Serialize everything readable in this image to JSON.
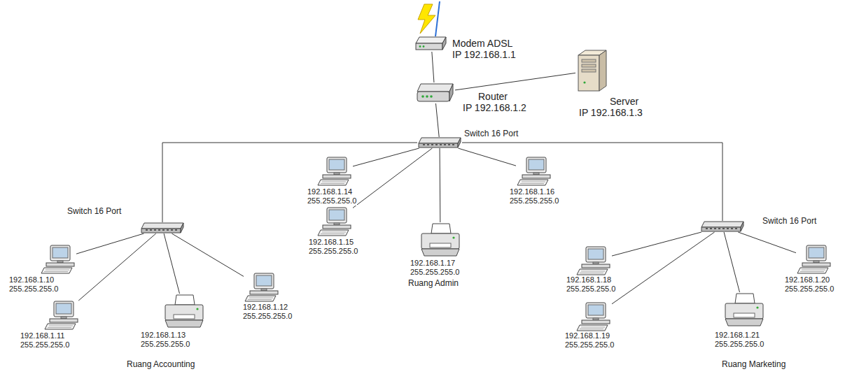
{
  "diagram": {
    "nodes": [
      {
        "text": [
          "Modem ADSL",
          "IP 192.168.1.1"
        ]
      },
      {
        "text": [
          "Router",
          "IP 192.168.1.2"
        ]
      },
      {
        "text": [
          "Server",
          "IP 192.168.1.3"
        ]
      },
      {
        "text": [
          "Switch 16 Port"
        ]
      },
      {
        "text": [
          "Switch 16 Port"
        ]
      },
      {
        "text": [
          "Switch 16 Port"
        ]
      },
      {
        "text": [
          "192.168.1.14",
          "255.255.255.0"
        ]
      },
      {
        "text": [
          "192.168.1.16",
          "255.255.255.0"
        ]
      },
      {
        "text": [
          "192.168.1.15",
          "255.255.255.0"
        ]
      },
      {
        "text": [
          "192.168.1.17",
          "255.255.255.0"
        ]
      },
      {
        "text": [
          "192.168.1.10",
          "255.255.255.0"
        ]
      },
      {
        "text": [
          "192.168.1.12",
          "255.255.255.0"
        ]
      },
      {
        "text": [
          "192.168.1.11",
          "255.255.255.0"
        ]
      },
      {
        "text": [
          "192.168.1.13",
          "255.255.255.0"
        ]
      },
      {
        "text": [
          "192.168.1.18",
          "255.255.255.0"
        ]
      },
      {
        "text": [
          "192.168.1.20",
          "255.255.255.0"
        ]
      },
      {
        "text": [
          "192.168.1.19",
          "255.255.255.0"
        ]
      },
      {
        "text": [
          "192.168.1.21",
          "255.255.255.0"
        ]
      }
    ],
    "edges": [
      {
        "from": 0,
        "to": 1,
        "arrow": "none"
      },
      {
        "from": 1,
        "to": 2,
        "arrow": "none"
      },
      {
        "from": 1,
        "to": 3,
        "arrow": "none"
      },
      {
        "from": 3,
        "to": 4,
        "arrow": "none"
      },
      {
        "from": 3,
        "to": 5,
        "arrow": "none"
      },
      {
        "from": 3,
        "to": 6,
        "arrow": "none"
      },
      {
        "from": 3,
        "to": 7,
        "arrow": "none"
      },
      {
        "from": 3,
        "to": 8,
        "arrow": "none"
      },
      {
        "from": 3,
        "to": 9,
        "arrow": "none"
      },
      {
        "from": 4,
        "to": 10,
        "arrow": "none"
      },
      {
        "from": 4,
        "to": 11,
        "arrow": "none"
      },
      {
        "from": 4,
        "to": 12,
        "arrow": "none"
      },
      {
        "from": 4,
        "to": 13,
        "arrow": "none"
      },
      {
        "from": 5,
        "to": 14,
        "arrow": "none"
      },
      {
        "from": 5,
        "to": 15,
        "arrow": "none"
      },
      {
        "from": 5,
        "to": 16,
        "arrow": "none"
      },
      {
        "from": 5,
        "to": 17,
        "arrow": "none"
      }
    ],
    "labels": [
      "Ruang Admin",
      "Ruang Accounting",
      "Ruang Marketing"
    ]
  }
}
